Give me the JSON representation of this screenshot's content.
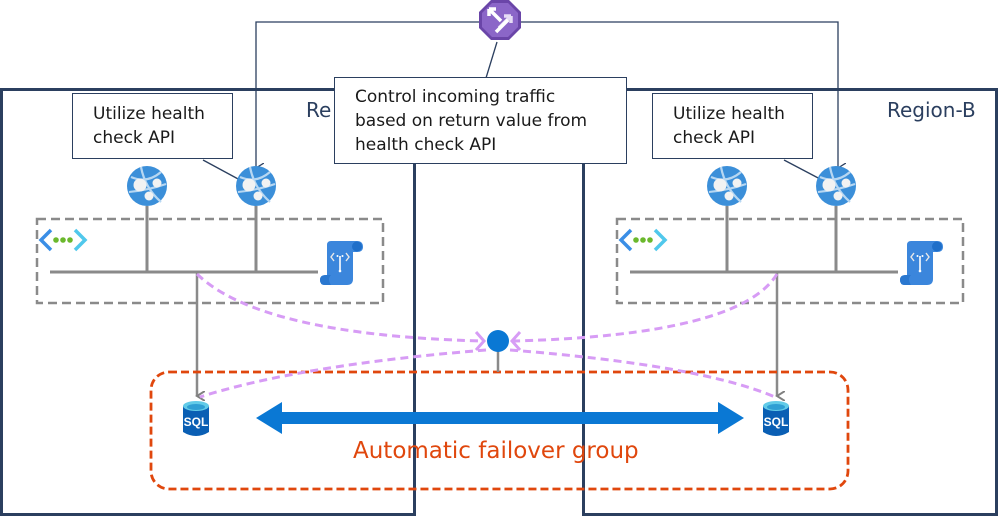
{
  "diagram": {
    "title": "Multi-region web app with health check routing and SQL automatic failover group",
    "regions": [
      {
        "id": "region-a",
        "label": "Region-A",
        "visible_label": "Re"
      },
      {
        "id": "region-b",
        "label": "Region-B",
        "visible_label": "Region-B"
      }
    ],
    "traffic_manager": {
      "icon": "traffic-manager-icon"
    },
    "callouts": {
      "left": "Utilize health check API",
      "center": "Control incoming traffic based on return value from health check API",
      "right": "Utilize health check API"
    },
    "callout_lines": {
      "left": [
        "Utilize health",
        "check API"
      ],
      "center": [
        "Control incoming traffic",
        "based on return value from",
        "health check API"
      ],
      "right": [
        "Utilize health",
        "check API"
      ]
    },
    "nodes": {
      "app_service_icon": "app-service-icon",
      "vnet_icon": "virtual-network-icon",
      "endpoint_icon": "private-endpoint-icon",
      "sql_icon": "sql-database-icon",
      "sql_label": "SQL",
      "dns_hub_icon": "private-dns-hub-icon"
    },
    "failover_group": {
      "label": "Automatic failover group"
    },
    "colors": {
      "region_border": "#2b3f5f",
      "connector": "#2b3f5f",
      "vnet_border": "#8a8a8a",
      "gray_line": "#8a8a8a",
      "dashed_purple": "#d79cf5",
      "failover_border": "#e0470d",
      "replication_arrow": "#0078d4",
      "app_service_blue": "#3b8fd9",
      "traffic_manager_purple": "#7a55b8",
      "sql_blue": "#0a5fb4"
    }
  }
}
